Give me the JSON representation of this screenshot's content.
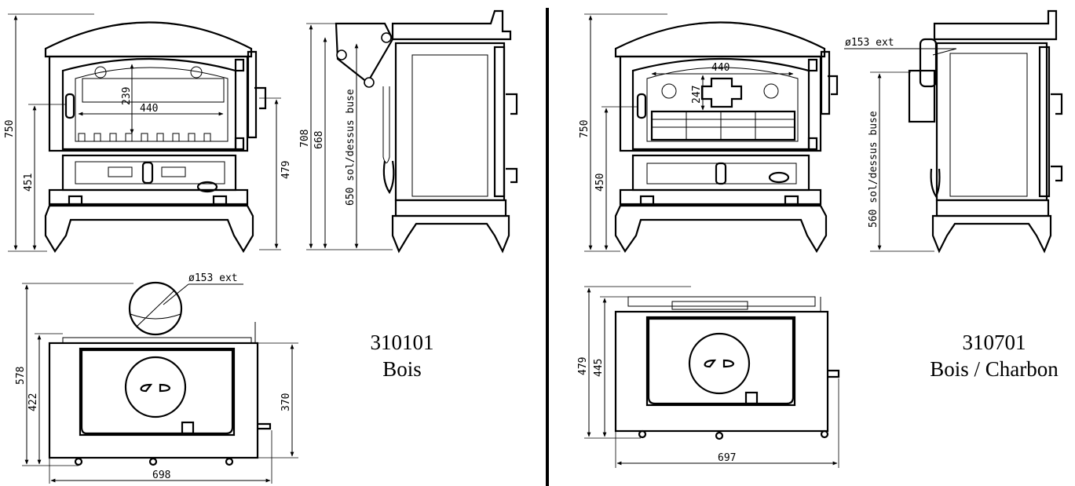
{
  "left_product": {
    "model_number": "310101",
    "fuel": "Bois",
    "front_view": {
      "height_total": "750",
      "height_handle": "451",
      "window_width": "440",
      "window_height": "239",
      "height_door_hinge": "479"
    },
    "side_view": {
      "height_708": "708",
      "height_668": "668",
      "flue_label": "650 sol/dessus buse"
    },
    "top_view": {
      "flue_diameter": "ø153 ext",
      "depth_total": "578",
      "depth_body": "422",
      "depth_370": "370",
      "width_total": "698"
    }
  },
  "right_product": {
    "model_number": "310701",
    "fuel": "Bois / Charbon",
    "front_view": {
      "height_total": "750",
      "height_handle": "450",
      "window_width": "440",
      "window_height": "247"
    },
    "side_view": {
      "flue_diameter": "ø153 ext",
      "flue_label": "560 sol/dessus buse"
    },
    "top_view": {
      "depth_total": "479",
      "depth_body": "445",
      "width_total": "697"
    }
  }
}
